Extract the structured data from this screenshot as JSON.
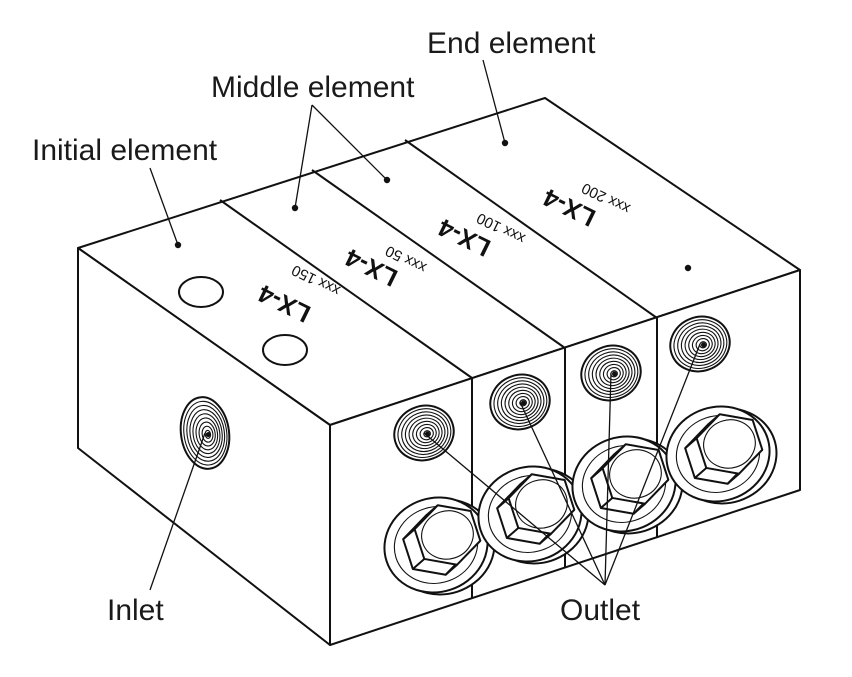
{
  "labels": {
    "end_element": "End element",
    "middle_element": "Middle element",
    "initial_element": "Initial element",
    "inlet": "Inlet",
    "outlet": "Outlet"
  },
  "element_markings": [
    {
      "model": "LX-4",
      "code": "xxx 150"
    },
    {
      "model": "LX-4",
      "code": "xxx  50"
    },
    {
      "model": "LX-4",
      "code": "xxx 100"
    },
    {
      "model": "LX-4",
      "code": "xxx 200"
    }
  ],
  "colors": {
    "line": "#111111",
    "background": "#ffffff"
  }
}
